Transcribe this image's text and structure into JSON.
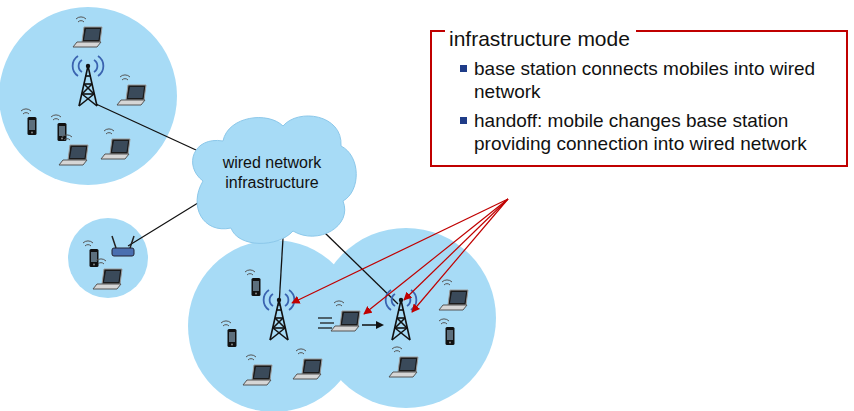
{
  "diagram": {
    "nodes": [
      {
        "text": [
          "infrastructure mode",
          "base station connects mobiles into wired network",
          "handoff: mobile changes base station providing connection into wired network"
        ]
      },
      {
        "text": [
          "wired network infrastructure"
        ]
      }
    ]
  }
}
